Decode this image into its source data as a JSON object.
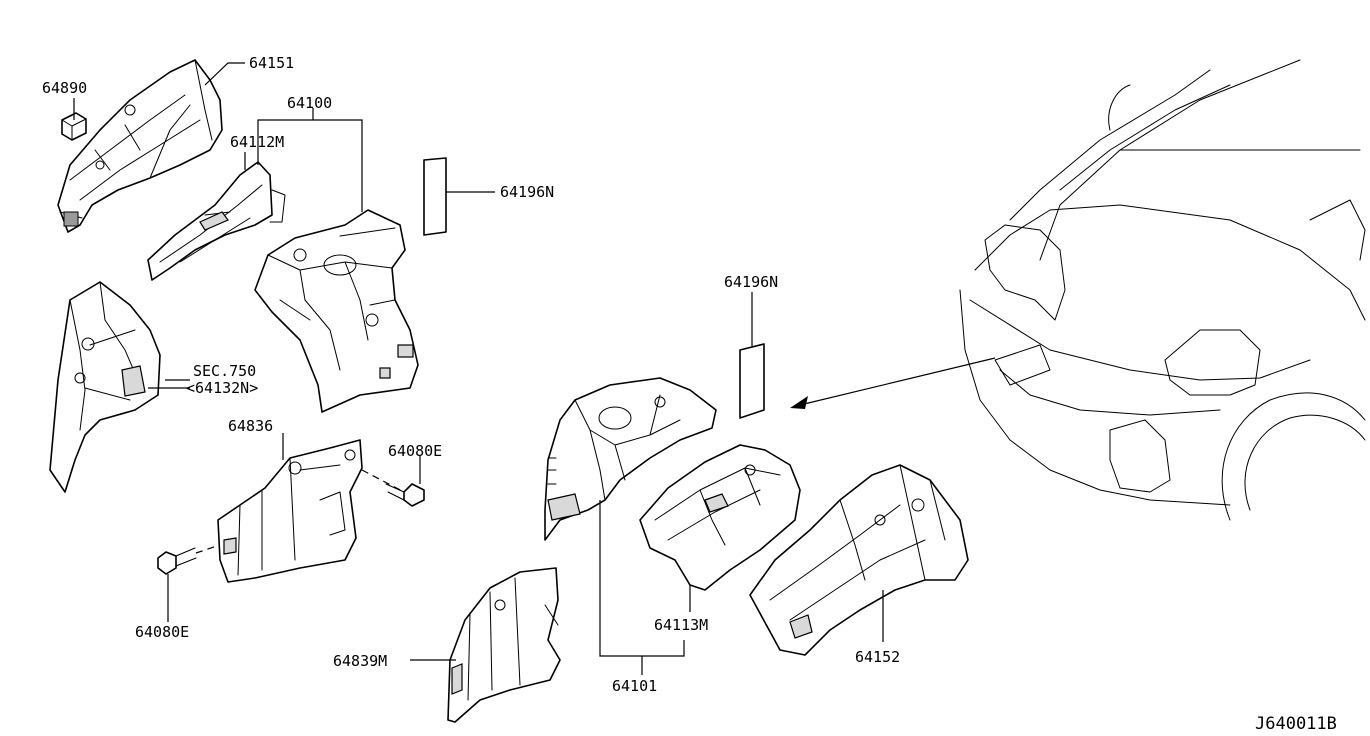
{
  "diagram": {
    "reference_code": "J640011B",
    "callouts": [
      {
        "id": "64890",
        "text": "64890"
      },
      {
        "id": "64151",
        "text": "64151"
      },
      {
        "id": "64100",
        "text": "64100"
      },
      {
        "id": "64112M",
        "text": "64112M"
      },
      {
        "id": "64196N_left",
        "text": "64196N"
      },
      {
        "id": "sec750",
        "text": "SEC.750"
      },
      {
        "id": "sec750_sub",
        "text": "<64132N>"
      },
      {
        "id": "64836",
        "text": "64836"
      },
      {
        "id": "64080E_right",
        "text": "64080E"
      },
      {
        "id": "64080E_left",
        "text": "64080E"
      },
      {
        "id": "64839M",
        "text": "64839M"
      },
      {
        "id": "64196N_right",
        "text": "64196N"
      },
      {
        "id": "64113M",
        "text": "64113M"
      },
      {
        "id": "64101",
        "text": "64101"
      },
      {
        "id": "64152",
        "text": "64152"
      }
    ]
  }
}
